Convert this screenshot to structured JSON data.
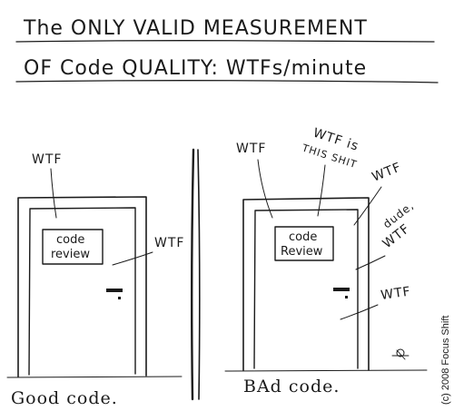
{
  "title": {
    "line1": "The ONLY VALID MEASUREMENT",
    "line2": "OF Code QUALITY: WTFs/minute"
  },
  "left_panel": {
    "wtf_labels": [
      "WTF",
      "WTF"
    ],
    "sign_line1": "code",
    "sign_line2": "review",
    "caption": "Good code."
  },
  "right_panel": {
    "wtf_labels": [
      "WTF",
      "WTF is",
      "THIS SHIT",
      "WTF",
      "dude,",
      "WTF",
      "WTF"
    ],
    "sign_line1": "code",
    "sign_line2": "Review",
    "caption": "BAd code."
  },
  "copyright": "(c) 2008 Focus Shift"
}
